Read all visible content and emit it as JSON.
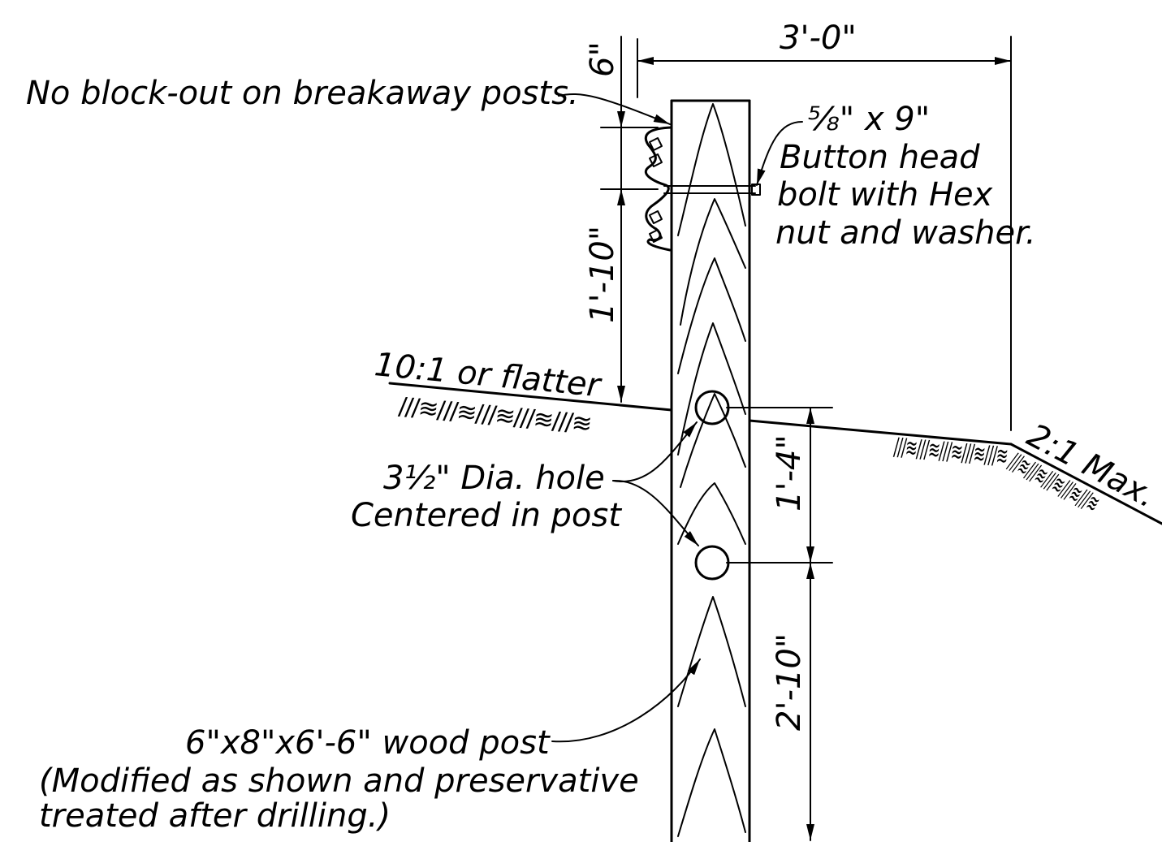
{
  "labels": {
    "no_blockout": "No block-out on breakaway posts.",
    "bolt_size": "⅝\" x 9\"",
    "bolt_line1": "Button head",
    "bolt_line2": "bolt with Hex",
    "bolt_line3": "nut and washer.",
    "slope_left": "10:1 or flatter",
    "slope_right": "2:1 Max.",
    "hole_line1": "3½\" Dia. hole",
    "hole_line2": "Centered in post",
    "post_line1": "6\"x8\"x6'-6\" wood post",
    "post_line2": "(Modified as shown and preservative",
    "post_line3": "treated after drilling.)"
  },
  "dimensions": {
    "width_top": "3'-0\"",
    "rail_offset": "6\"",
    "rail_height": "1'-10\"",
    "hole_spacing": "1'-4\"",
    "bottom_depth": "2'-10\""
  },
  "ground_hatch": "///≋///≋///≋///≋///≋"
}
